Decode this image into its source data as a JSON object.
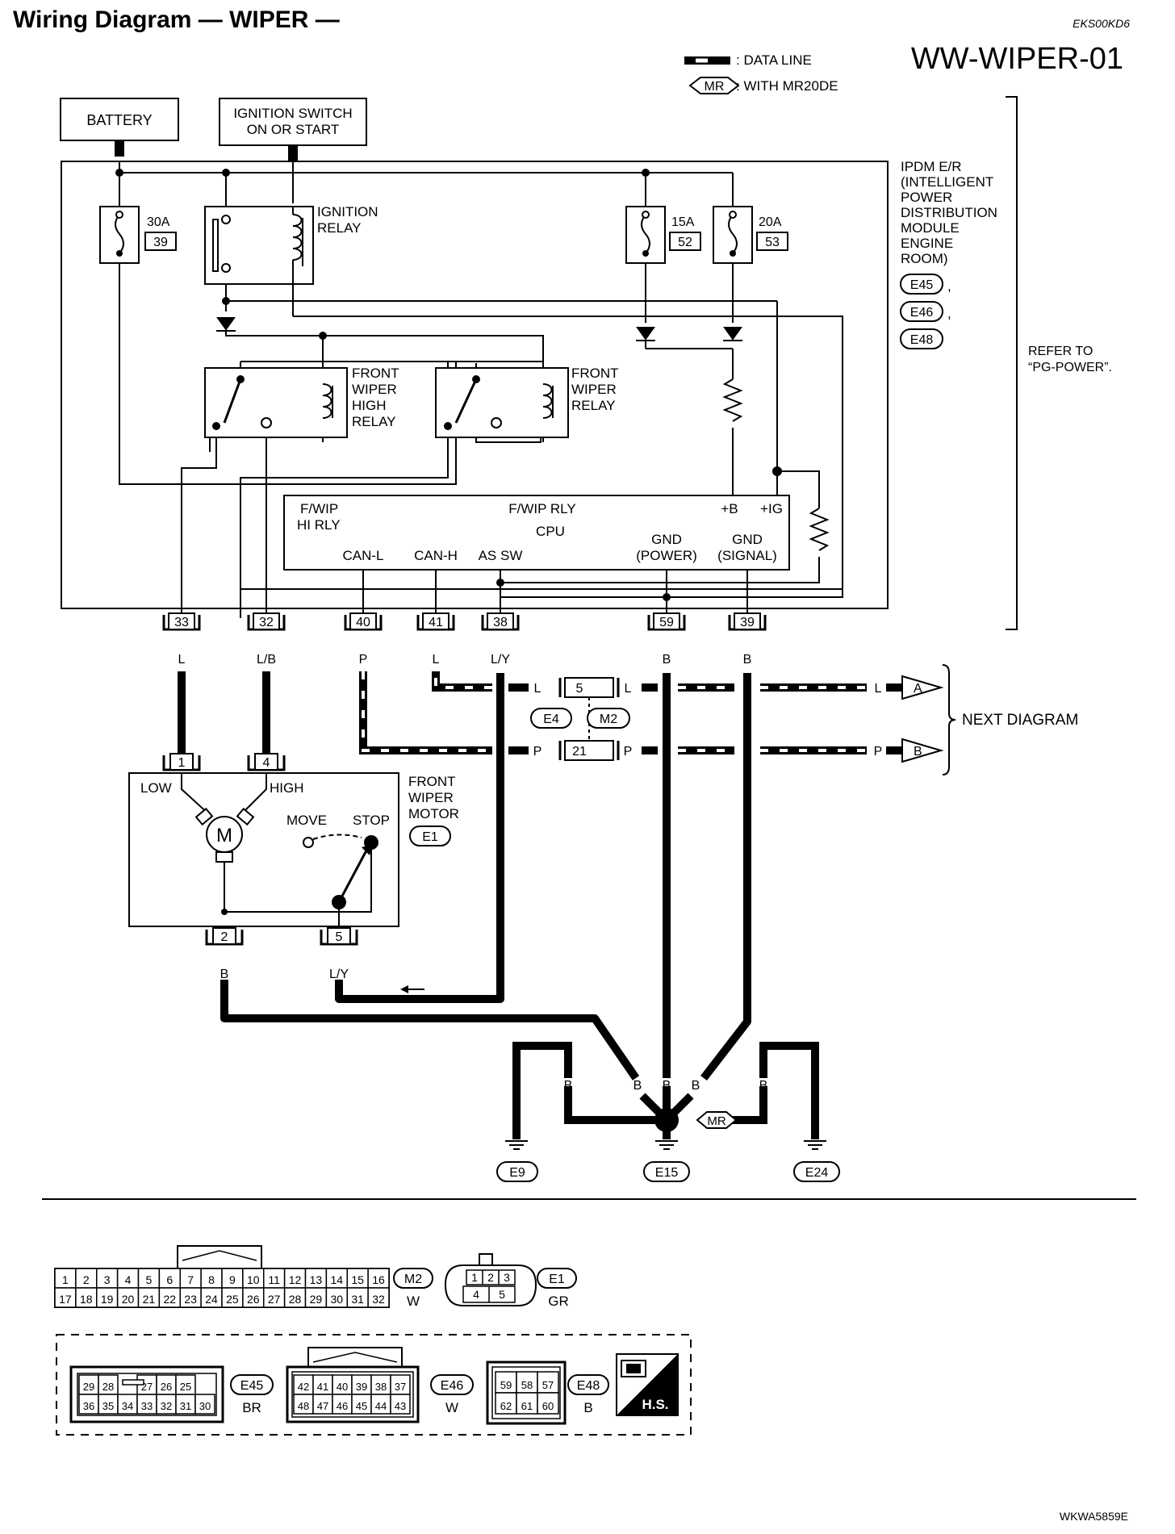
{
  "header": {
    "title": "Wiring Diagram — WIPER —",
    "doc_id": "EKS00KD6",
    "page_code": "WW-WIPER-01"
  },
  "legend": {
    "data_line": ": DATA LINE",
    "mr_symbol": "MR",
    "mr_desc": ": WITH MR20DE"
  },
  "top_boxes": {
    "battery": "BATTERY",
    "ignition_line1": "IGNITION SWITCH",
    "ignition_line2": "ON OR START"
  },
  "fuses": [
    {
      "rating": "30A",
      "num": "39"
    },
    {
      "rating": "15A",
      "num": "52"
    },
    {
      "rating": "20A",
      "num": "53"
    }
  ],
  "ignition_relay": [
    "IGNITION",
    "RELAY"
  ],
  "hi_relay": [
    "FRONT",
    "WIPER",
    "HIGH",
    "RELAY"
  ],
  "wiper_relay": [
    "FRONT",
    "WIPER",
    "RELAY"
  ],
  "ipdm": {
    "label": [
      "IPDM E/R",
      "(INTELLIGENT",
      "POWER",
      "DISTRIBUTION",
      "MODULE",
      "ENGINE",
      "ROOM)"
    ],
    "connectors": [
      "E45",
      "E46",
      "E48"
    ],
    "comma": ","
  },
  "refer": [
    "REFER TO",
    "“PG-POWER”."
  ],
  "cpu": {
    "fwip_hi": [
      "F/WIP",
      "HI RLY"
    ],
    "fwip_rly": "F/WIP RLY",
    "plus_b": "+B",
    "plus_ig": "+IG",
    "cpu": "CPU",
    "gnd_power": [
      "GND",
      "(POWER)"
    ],
    "gnd_signal": [
      "GND",
      "(SIGNAL)"
    ],
    "can_l": "CAN-L",
    "can_h": "CAN-H",
    "as_sw": "AS SW"
  },
  "pins": [
    {
      "num": "33",
      "color": "L"
    },
    {
      "num": "32",
      "color": "L/B"
    },
    {
      "num": "40",
      "color": "P"
    },
    {
      "num": "41",
      "color": "L"
    },
    {
      "num": "38",
      "color": "L/Y"
    },
    {
      "num": "59",
      "color": "B"
    },
    {
      "num": "39",
      "color": "B"
    }
  ],
  "datalines": {
    "l_color": "L",
    "p_color": "P",
    "pin5": "5",
    "pin21": "21",
    "e4": "E4",
    "m2": "M2",
    "arrow_a": "A",
    "arrow_b": "B",
    "next": "NEXT DIAGRAM"
  },
  "motor": {
    "pin1": "1",
    "pin4": "4",
    "low": "LOW",
    "high": "HIGH",
    "label": [
      "FRONT",
      "WIPER",
      "MOTOR"
    ],
    "connector": "E1",
    "move": "MOVE",
    "stop": "STOP",
    "m": "M",
    "pin2": "2",
    "pin5": "5",
    "color2": "B",
    "color5": "L/Y"
  },
  "grounds": {
    "wire_color": "B",
    "mr": "MR",
    "e9": "E9",
    "e15": "E15",
    "e24": "E24"
  },
  "connector_views": {
    "m2_row1": [
      "1",
      "2",
      "3",
      "4",
      "5",
      "6",
      "7",
      "8",
      "9",
      "10",
      "11",
      "12",
      "13",
      "14",
      "15",
      "16"
    ],
    "m2_row2": [
      "17",
      "18",
      "19",
      "20",
      "21",
      "22",
      "23",
      "24",
      "25",
      "26",
      "27",
      "28",
      "29",
      "30",
      "31",
      "32"
    ],
    "m2_id": "M2",
    "m2_color": "W",
    "e1_top": [
      "1",
      "2",
      "3"
    ],
    "e1_bottom": [
      "4",
      "5"
    ],
    "e1_id": "E1",
    "e1_color": "GR",
    "e45_row1": [
      "29",
      "28",
      "27",
      "26",
      "25"
    ],
    "e45_row2": [
      "36",
      "35",
      "34",
      "33",
      "32",
      "31",
      "30"
    ],
    "e45_id": "E45",
    "e45_color": "BR",
    "e46_row1": [
      "42",
      "41",
      "40",
      "39",
      "38",
      "37"
    ],
    "e46_row2": [
      "48",
      "47",
      "46",
      "45",
      "44",
      "43"
    ],
    "e46_id": "E46",
    "e46_color": "W",
    "e48_row1": [
      "59",
      "58",
      "57"
    ],
    "e48_row2": [
      "62",
      "61",
      "60"
    ],
    "e48_id": "E48",
    "e48_color": "B",
    "hs": "H.S."
  },
  "footer_code": "WKWA5859E"
}
